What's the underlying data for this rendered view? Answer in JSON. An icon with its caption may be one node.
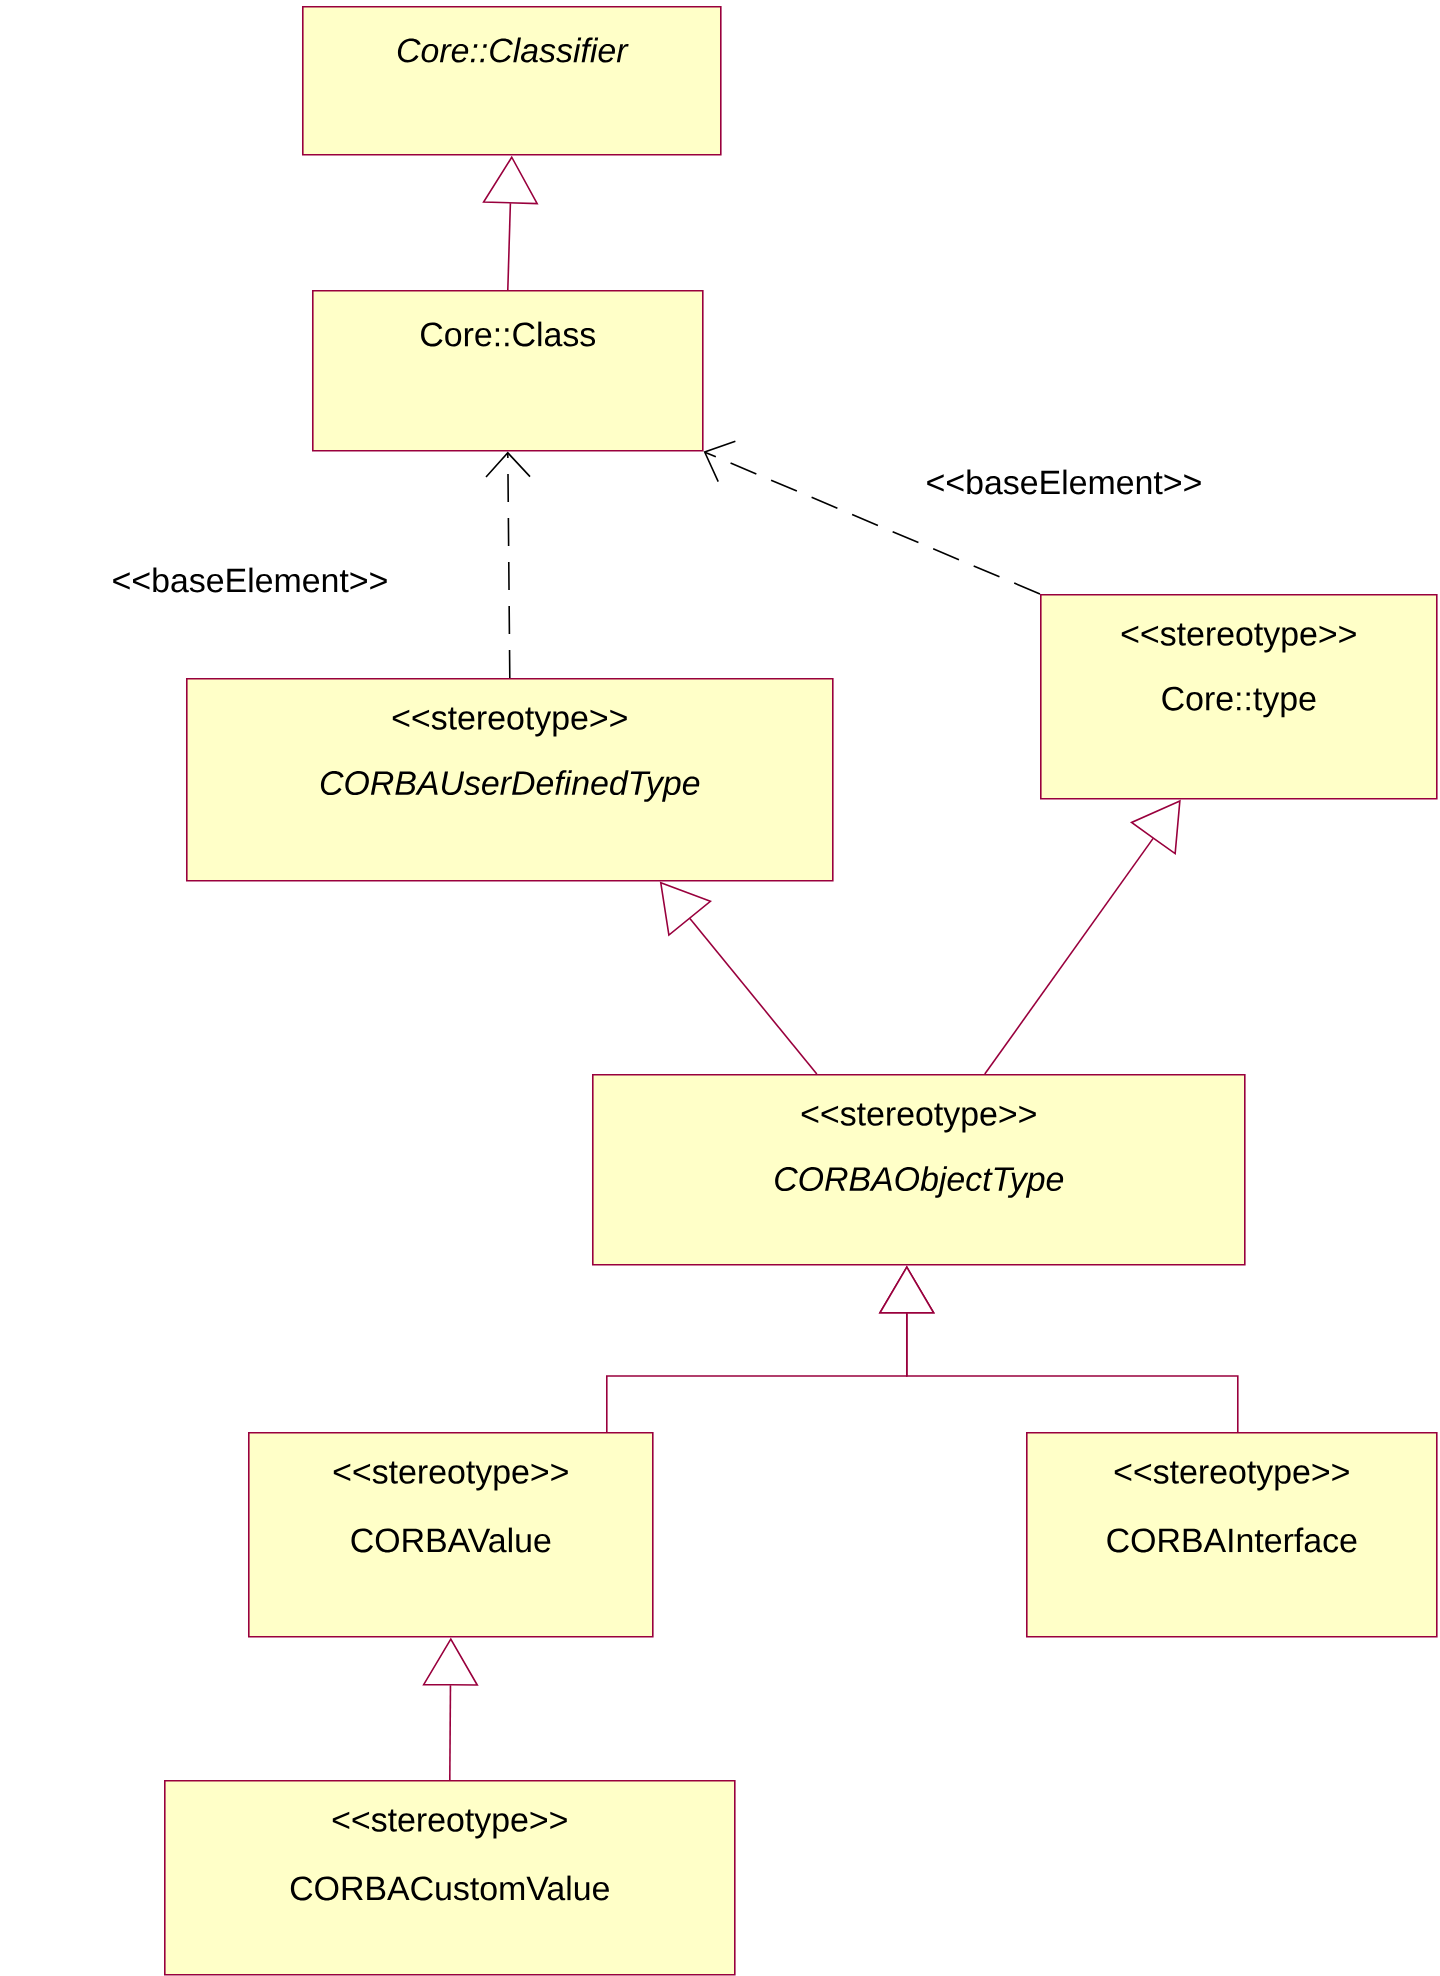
{
  "diagram": {
    "nodes": [
      {
        "text": [
          "Core::Classifier"
        ]
      },
      {
        "text": [
          "Core::Class"
        ]
      },
      {
        "text": [
          "<<stereotype>>",
          "CORBAUserDefinedType"
        ]
      },
      {
        "text": [
          "<<stereotype>>",
          "Core::type"
        ]
      },
      {
        "text": [
          "<<stereotype>>",
          "CORBAObjectType"
        ]
      },
      {
        "text": [
          "<<stereotype>>",
          "CORBAValue"
        ]
      },
      {
        "text": [
          "<<stereotype>>",
          "CORBAInterface"
        ]
      },
      {
        "text": [
          "<<stereotype>>",
          "CORBACustomValue"
        ]
      }
    ],
    "edges": [
      {
        "from": 1,
        "to": 0,
        "arrow": "to"
      },
      {
        "from": 2,
        "to": 1,
        "arrow": "to",
        "label": "<<baseElement>>",
        "style": "dashed",
        "color": "#000000"
      },
      {
        "from": 3,
        "to": 1,
        "arrow": "to",
        "label": "<<baseElement>>",
        "style": "dashed",
        "color": "#000000"
      },
      {
        "from": 4,
        "to": 2,
        "arrow": "to"
      },
      {
        "from": 4,
        "to": 3,
        "arrow": "to"
      },
      {
        "from": 5,
        "to": 4,
        "arrow": "to"
      },
      {
        "from": 6,
        "to": 4,
        "arrow": "to"
      },
      {
        "from": 7,
        "to": 5,
        "arrow": "to"
      }
    ]
  }
}
